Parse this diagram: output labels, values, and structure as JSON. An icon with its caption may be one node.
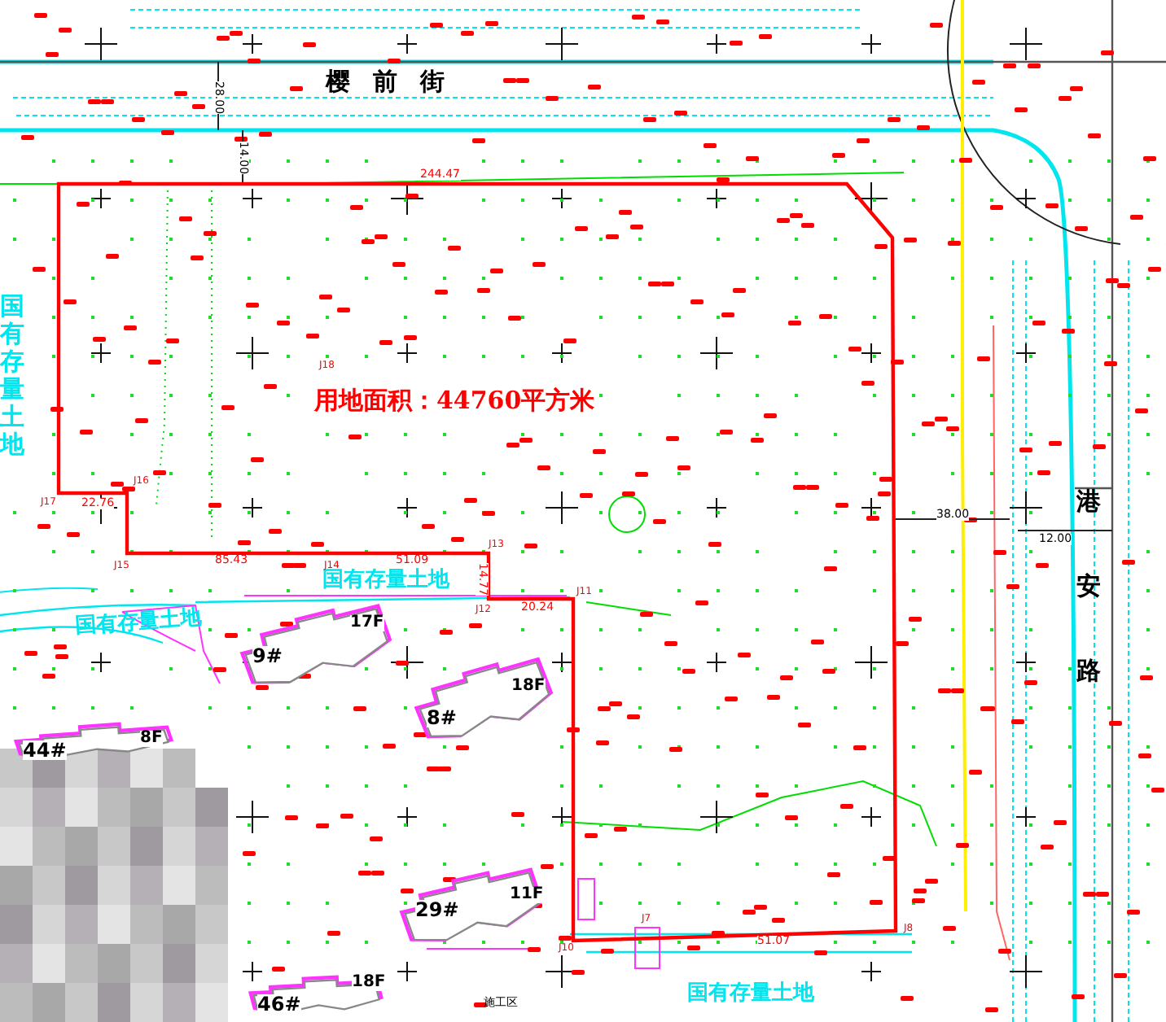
{
  "diagram": {
    "nodes": [
      {
        "text": [
          "用地面积：44760平方米"
        ]
      },
      {
        "text": [
          "9#",
          "17F"
        ]
      },
      {
        "text": [
          "8#",
          "18F"
        ]
      },
      {
        "text": [
          "29#",
          "11F"
        ]
      },
      {
        "text": [
          "46#",
          "18F"
        ]
      },
      {
        "text": [
          "44#",
          "8F"
        ]
      }
    ],
    "labels": [
      "樱前街",
      "港安路",
      "国有存量土地",
      "国有存量土地",
      "国有存量土地",
      "国有存量土地",
      "施工区",
      "28.00",
      "14.00",
      "244.47",
      "22.76",
      "85.43",
      "51.09",
      "14.77",
      "20.24",
      "38.00",
      "12.00",
      "51.07",
      "J18",
      "J16",
      "J17",
      "J15",
      "J14",
      "J13",
      "J12",
      "J11",
      "J10",
      "J7",
      "J8"
    ]
  }
}
